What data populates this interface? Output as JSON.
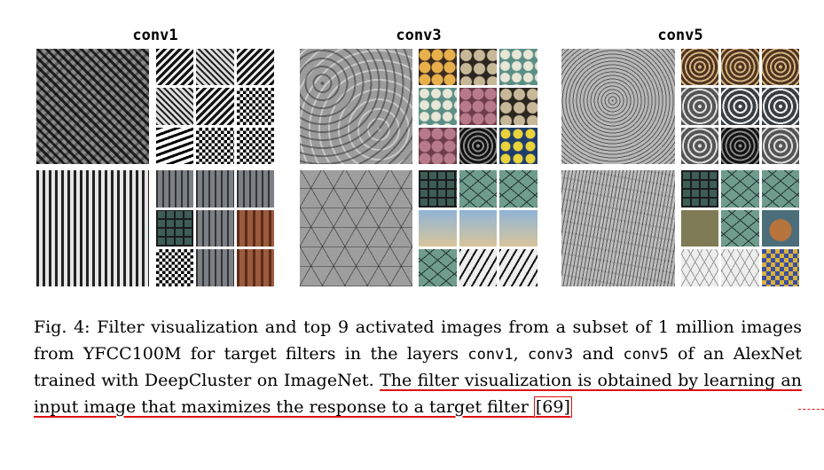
{
  "figure": {
    "layers": [
      {
        "id": "conv1",
        "title": "conv1"
      },
      {
        "id": "conv3",
        "title": "conv3"
      },
      {
        "id": "conv5",
        "title": "conv5"
      }
    ]
  },
  "caption": {
    "fig_label": "Fig. 4:",
    "text_1": " Filter visualization and top 9 activated images from a subset of 1 million images from YFCC100M for target filters in the layers ",
    "layer_a": "conv1",
    "sep_1": ", ",
    "layer_b": "conv3",
    "sep_2": " and ",
    "layer_c": "conv5",
    "text_2": " of an AlexNet trained with DeepCluster on ImageNet. ",
    "highlight": "The filter visualization is obtained by learning an input image that maximizes the response to a target filter",
    "space": " ",
    "reference": "[69]"
  },
  "colors": {
    "annotation_red": "#e01010"
  }
}
